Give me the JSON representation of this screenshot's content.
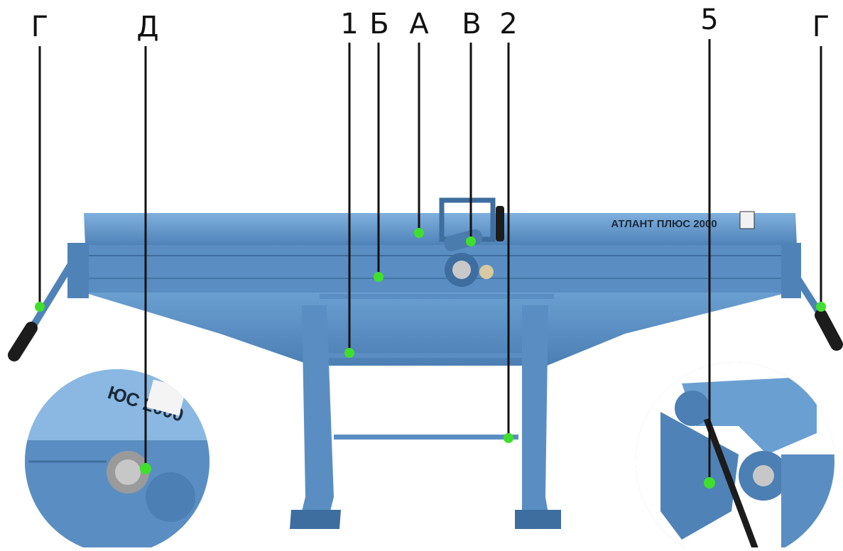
{
  "labels": {
    "g_left": "Г",
    "d": "Д",
    "one": "1",
    "b": "Б",
    "a": "А",
    "v": "В",
    "two": "2",
    "five": "5",
    "g_right": "Г"
  },
  "machine": {
    "brand_text": "АТЛАНТ ПЛЮС 2000",
    "inset_brand_text": "ЮС 2000"
  },
  "colors": {
    "machine_blue": "#5b8fc4",
    "machine_dark": "#3e6e9f",
    "machine_light": "#7fb0de",
    "marker_green": "#3fe02c",
    "line": "#111111",
    "handle_black": "#1c1c1c"
  }
}
